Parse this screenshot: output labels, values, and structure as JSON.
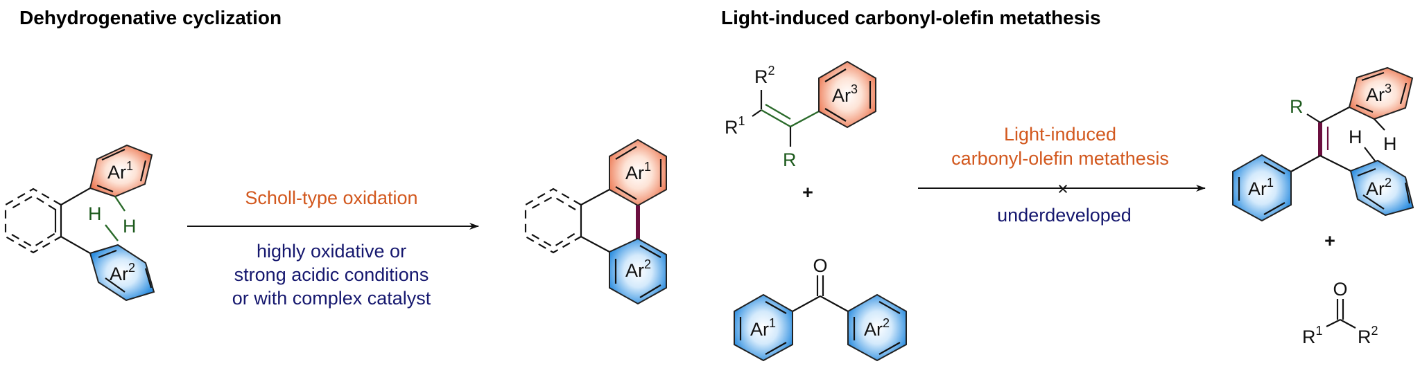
{
  "panels": {
    "left": {
      "title": "Dehydrogenative cyclization",
      "reactant": {
        "rings": [
          {
            "label": "Ar",
            "index": "1",
            "color": "orange"
          },
          {
            "label": "Ar",
            "index": "2",
            "color": "blue"
          }
        ],
        "h_labels": [
          "H",
          "H"
        ]
      },
      "arrow": {
        "above": "Scholl-type oxidation",
        "below": [
          "highly oxidative or",
          "strong acidic conditions",
          "or with complex catalyst"
        ]
      },
      "product": {
        "rings": [
          {
            "label": "Ar",
            "index": "1",
            "color": "orange"
          },
          {
            "label": "Ar",
            "index": "2",
            "color": "blue"
          }
        ]
      }
    },
    "right": {
      "title": "Light-induced carbonyl-olefin metathesis",
      "olefin": {
        "substituents": [
          {
            "label": "R",
            "index": "2"
          },
          {
            "label": "R",
            "index": "1"
          }
        ],
        "r_label": "R",
        "ring": {
          "label": "Ar",
          "index": "3",
          "color": "orange"
        }
      },
      "plus": "+",
      "ketone": {
        "oxygen": "O",
        "rings": [
          {
            "label": "Ar",
            "index": "1",
            "color": "blue"
          },
          {
            "label": "Ar",
            "index": "2",
            "color": "blue"
          }
        ]
      },
      "arrow": {
        "above": [
          "Light-induced",
          "carbonyl-olefin metathesis"
        ],
        "below": "underdeveloped",
        "blocked_mark": "×"
      },
      "product": {
        "r_label": "R",
        "h_labels": [
          "H",
          "H"
        ],
        "rings": [
          {
            "label": "Ar",
            "index": "3",
            "color": "orange"
          },
          {
            "label": "Ar",
            "index": "1",
            "color": "blue"
          },
          {
            "label": "Ar",
            "index": "2",
            "color": "blue"
          }
        ]
      },
      "plus2": "+",
      "byproduct": {
        "oxygen": "O",
        "substituents": [
          {
            "label": "R",
            "index": "1"
          },
          {
            "label": "R",
            "index": "2"
          }
        ]
      }
    }
  },
  "colors": {
    "orange_text": "#d2581e",
    "navy_text": "#15176e",
    "green": "#1d5a1d",
    "new_bond": "#6b0f3f",
    "ring_orange": "#f08a66",
    "ring_blue": "#3d9ae6"
  }
}
